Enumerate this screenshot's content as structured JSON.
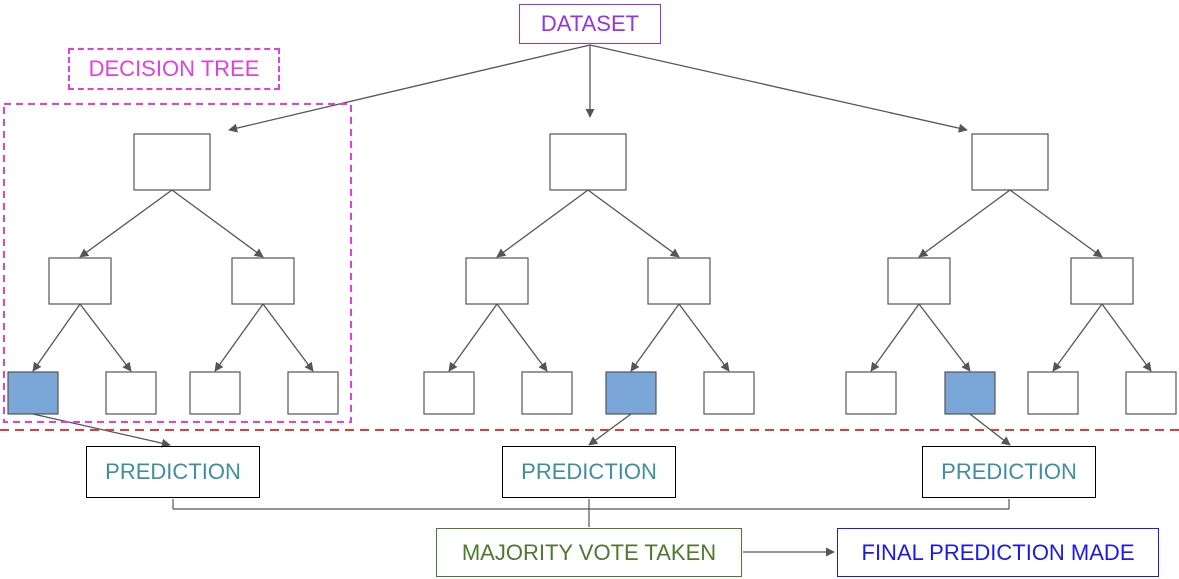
{
  "labels": {
    "dataset": "DATASET",
    "decision_tree": "DECISION TREE",
    "prediction": "PREDICTION",
    "majority_vote": "MAJORITY VOTE TAKEN",
    "final_prediction": "FINAL PREDICTION MADE"
  },
  "colors": {
    "dataset": "#9334e6",
    "decision_tree": "#e23fe0",
    "prediction": "#3d8f9f",
    "majority_vote": "#4b7a2f",
    "final_prediction": "#1a1ae6",
    "selected_leaf": "#7ba6d8",
    "divider": "#e03c3c",
    "line": "#555555"
  },
  "trees": [
    {
      "selected_leaf": 0
    },
    {
      "selected_leaf": 2
    },
    {
      "selected_leaf": 1
    }
  ]
}
